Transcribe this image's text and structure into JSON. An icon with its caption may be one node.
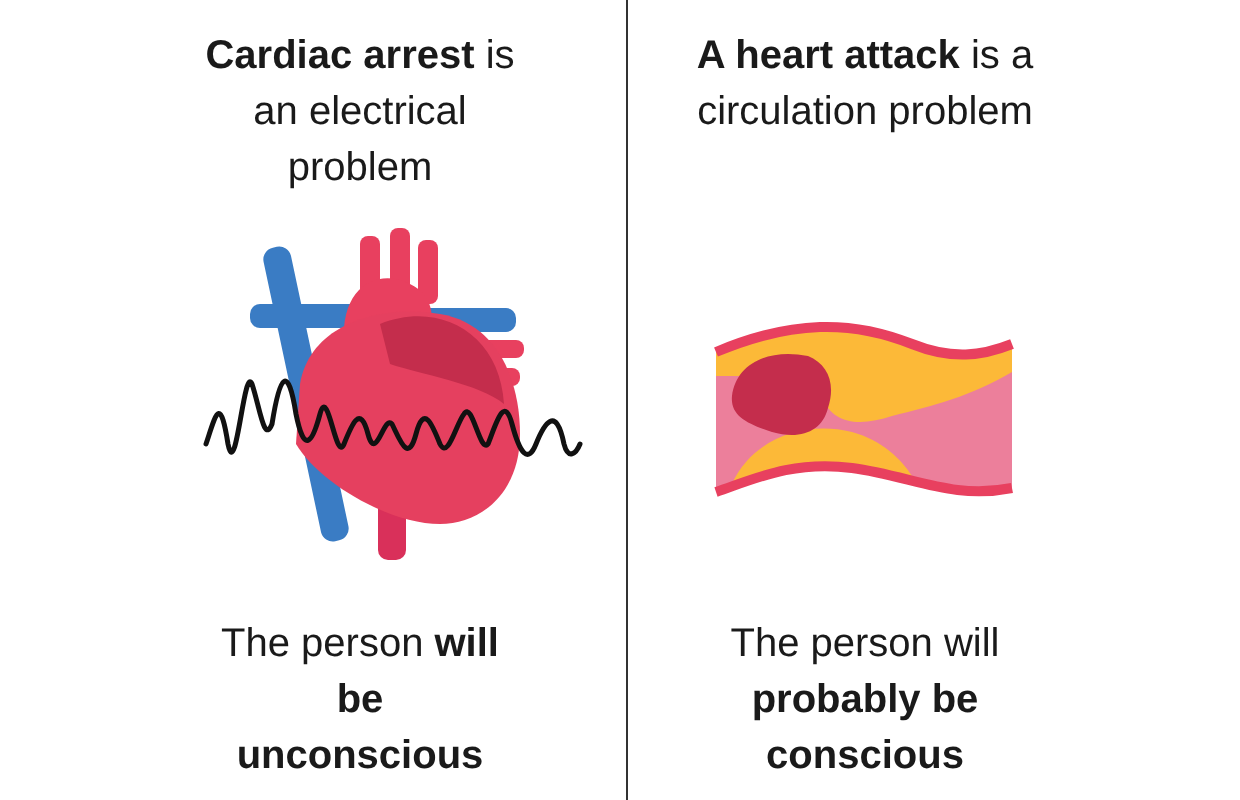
{
  "diagram": {
    "labels": [
      "**Cardiac arrest** is an electrical problem",
      "**A heart attack** is a circulation problem",
      "The person **will be unconscious**",
      "The person will **probably be conscious**"
    ]
  }
}
